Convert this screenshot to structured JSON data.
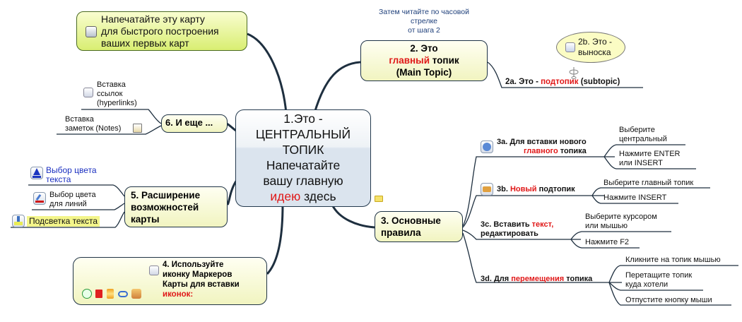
{
  "central": {
    "line1": "1.Это -",
    "line2": "ЦЕНТРАЛЬНЫЙ",
    "line3": "ТОПИК",
    "line4": "Напечатайте",
    "line5": "вашу главную",
    "line6_red": "идею",
    "line6_rest": " здесь"
  },
  "top_note": {
    "line1": "Затем читайте по часовой",
    "line2": "стрелке",
    "line3": "от шага 2"
  },
  "print_topic": {
    "line1": "Напечатайте эту карту",
    "line2": "для быстрого построения",
    "line3": "ваших первых карт"
  },
  "main2": {
    "line1": "2. Это",
    "line2_red": "главный",
    "line2_rest": " топик",
    "line3": "(Main Topic)"
  },
  "callout": {
    "line1": "2b. Это -",
    "line2": "выноска"
  },
  "sub2a": {
    "prefix": "2a. Это - ",
    "red": "подтопик",
    "suffix": " (subtopic)"
  },
  "more6": {
    "title": "6. И еще ...",
    "links": {
      "line1": "Вставка",
      "line2": "ссылок",
      "line3": "(hyperlinks)"
    },
    "notes": {
      "line1": "Вставка",
      "line2": "заметок (Notes)"
    }
  },
  "ext5": {
    "line1": "5. Расширение",
    "line2": "возможностей",
    "line3": "карты",
    "text_color": {
      "line1": "Выбор цвета",
      "line2": "текста"
    },
    "line_color": {
      "line1": "Выбор цвета",
      "line2": "для линий"
    },
    "highlight": "Подсветка текста"
  },
  "markers4": {
    "line1": "4. Используйте",
    "line2": "иконку Маркеров",
    "line3": "Карты для вставки",
    "line4_red": "иконок:"
  },
  "rules3": {
    "line1": "3. Основные",
    "line2": "правила",
    "a": {
      "line1": "3a. Для вставки нового",
      "line2_red": "главного",
      "line2_rest": " топика",
      "opt1_line1": "Выберите",
      "opt1_line2": "центральный",
      "opt2_line1": "Нажмите ENTER",
      "opt2_line2": "или INSERT"
    },
    "b": {
      "prefix": "3b. ",
      "red": "Новый",
      "suffix": " подтопик",
      "opt1": "Выберите главный топик",
      "opt2": "Нажмите INSERT"
    },
    "c": {
      "line1_prefix": "3c. Вставить ",
      "line1_red": "текст,",
      "line2": "редактировать",
      "opt1_line1": "Выберите курсором",
      "opt1_line2": "или мышью",
      "opt2": "Нажмите F2"
    },
    "d": {
      "prefix": "3d. Для ",
      "red": "перемещения",
      "suffix": " топика",
      "opt1": "Кликните на топик мышью",
      "opt2_line1": "Перетащите топик",
      "opt2_line2": "куда хотели",
      "opt3": "Отпустите кнопку мыши"
    }
  },
  "colors": {
    "line": "#1e2f3f",
    "red": "#e01818",
    "blue_text": "#1a2fc0",
    "highlight": "#f3f58a"
  }
}
